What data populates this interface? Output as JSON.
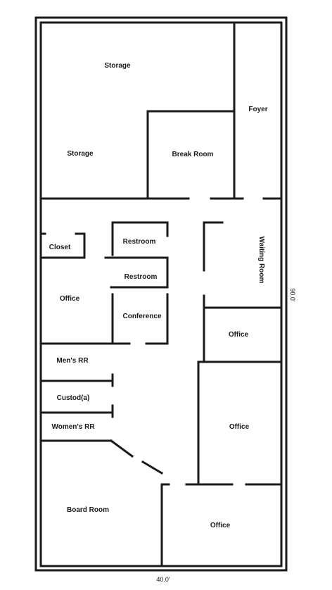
{
  "rooms": {
    "storage_top": "Storage",
    "storage_bottom": "Storage",
    "foyer": "Foyer",
    "break_room": "Break Room",
    "closet": "Closet",
    "restroom_1": "Restroom",
    "restroom_2": "Restroom",
    "waiting_room": "Waiting Room",
    "office_left": "Office",
    "conference": "Conference",
    "office_mid_right": "Office",
    "mens_rr": "Men's RR",
    "custodial": "Custod(a)",
    "womens_rr": "Women's RR",
    "office_right": "Office",
    "board_room": "Board Room",
    "office_bottom": "Office"
  },
  "dimensions": {
    "height": "90.0'",
    "width": "40.0'"
  }
}
